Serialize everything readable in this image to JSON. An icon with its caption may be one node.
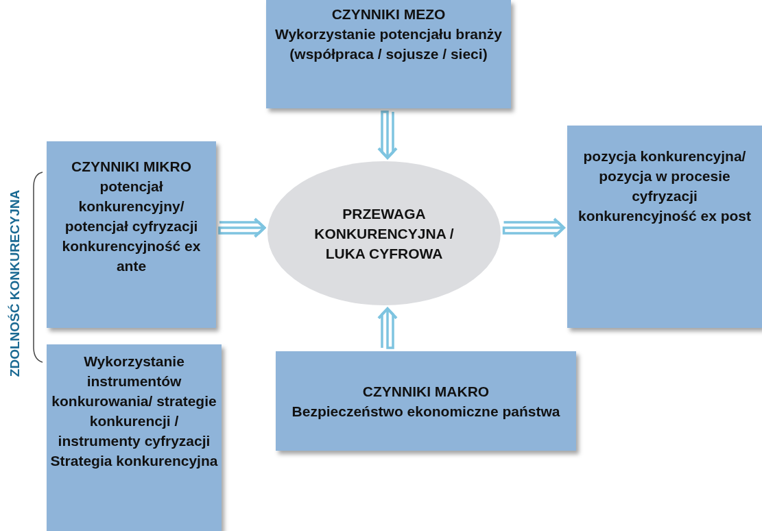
{
  "diagram": {
    "nodes": [
      {
        "text": [
          "CZYNNIKI MEZO",
          "Wykorzystanie potencjału branży (współpraca / sojusze / sieci)"
        ]
      },
      {
        "text": [
          "CZYNNIKI MIKRO",
          "potencjał konkurencyjny/ potencjał cyfryzacji konkurencyjność ex ante"
        ]
      },
      {
        "text": [
          "PRZEWAGA KONKURENCYJNA / LUKA CYFROWA"
        ]
      },
      {
        "text": [
          "pozycja konkurencyjna/ pozycja w procesie cyfryzacji konkurencyjność ex post"
        ]
      },
      {
        "text": [
          "CZYNNIKI MAKRO",
          "Bezpieczeństwo ekonomiczne państwa"
        ]
      },
      {
        "text": [
          "Wykorzystanie instrumentów konkurowania/ strategie konkurencji / instrumenty cyfryzacji Strategia konkurencyjna"
        ]
      }
    ],
    "edges": [
      {
        "from": 0,
        "to": 2,
        "arrow": "to"
      },
      {
        "from": 1,
        "to": 2,
        "arrow": "to"
      },
      {
        "from": 2,
        "to": 3,
        "arrow": "to"
      },
      {
        "from": 4,
        "to": 2,
        "arrow": "to"
      }
    ],
    "labels": [
      "ZDOLNOŚĆ KONKURECYJNA"
    ]
  }
}
